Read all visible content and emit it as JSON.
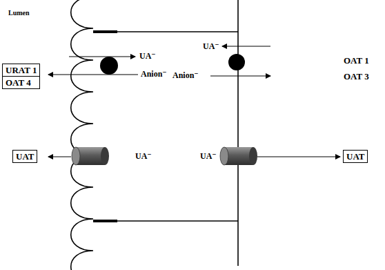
{
  "diagram": {
    "nodes": [
      {
        "text": [
          "URAT 1"
        ]
      },
      {
        "text": [
          "OAT 4"
        ]
      },
      {
        "text": [
          "UAT"
        ]
      },
      {
        "text": [
          "UAT"
        ]
      }
    ],
    "labels": [
      "Lumen",
      "UA⁻",
      "Anion⁻",
      "UA⁻",
      "Anion⁻",
      "OAT 1",
      "OAT 3",
      "UA⁻",
      "UA⁻"
    ]
  }
}
